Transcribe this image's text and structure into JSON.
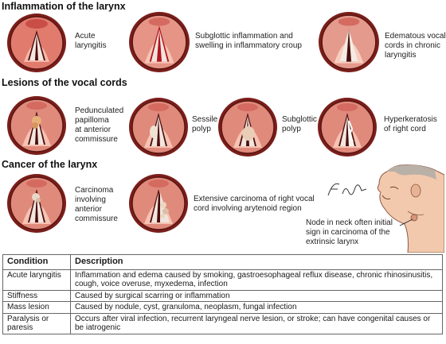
{
  "sections": {
    "inflammation": "Inflammation of the larynx",
    "vocal_lesions": "Lesions of the vocal cords",
    "cancer": "Cancer of the larynx"
  },
  "captions": {
    "acute": "Acute\nlaryngitis",
    "subglottic_inflammation": "Subglottic inflammation and\nswelling in inflammatory croup",
    "edematous": "Edematous vocal\ncords in chronic\nlaryngitis",
    "pedunculated": "Pedunculated\npapilloma\nat anterior\ncommissure",
    "sessile": "Sessile\npolyp",
    "subglottic_polyp": "Subglottic\npolyp",
    "hyperkeratosis": "Hyperkeratosis\nof right cord",
    "carcinoma_anterior": "Carcinoma\ninvolving\nanterior\ncommissure",
    "extensive": "Extensive carcinoma of right vocal\ncord involving arytenoid region",
    "node": "Node in neck often initial\nsign in carcinoma of the\nextrinsic larynx"
  },
  "signature": "F. Netter M.D.",
  "table": {
    "headers": [
      "Condition",
      "Description"
    ],
    "rows": [
      [
        "Acute laryngitis",
        "Inflammation and edema caused by smoking, gastroesophageal reflux disease, chronic rhinosinusitis, cough, voice overuse, myxedema, infection"
      ],
      [
        "Stiffness",
        "Caused by surgical scarring or inflammation"
      ],
      [
        "Mass lesion",
        "Caused by nodule, cyst, granuloma, neoplasm, fungal infection"
      ],
      [
        "Paralysis or paresis",
        "Occurs after viral infection, recurrent laryngeal nerve lesion, or stroke; can have congenital causes or be iatrogenic"
      ]
    ]
  }
}
